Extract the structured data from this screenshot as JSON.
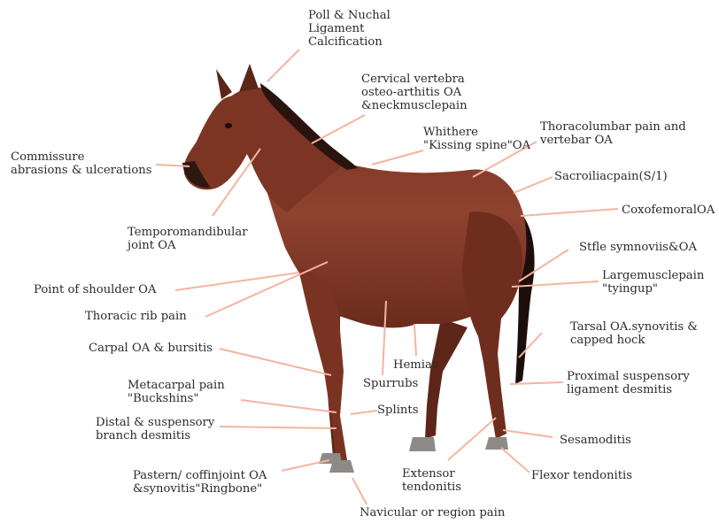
{
  "colors": {
    "body": "#8a3f2c",
    "shade": "#5c2419",
    "dark": "#2a1410",
    "hoof": "#8d8a87",
    "leader": "#f4b5a1",
    "text": "#2b2b2b"
  },
  "labels": [
    {
      "id": "poll",
      "text": "Poll & Nuchal\nLigament\nCalcification"
    },
    {
      "id": "cervical",
      "text": "Cervical vertebra\nosteo-arthitis OA\n&neckmusclepain"
    },
    {
      "id": "whithere",
      "text": "Whithere\n\"Kissing spine\"OA"
    },
    {
      "id": "thoracolumbar",
      "text": "Thoracolumbar pain and\nvertebar OA"
    },
    {
      "id": "commissure",
      "text": "Commissure\nabrasions & ulcerations"
    },
    {
      "id": "sacroiliac",
      "text": "Sacroiliacpain(S/1)"
    },
    {
      "id": "coxofemoral",
      "text": "CoxofemoralOA"
    },
    {
      "id": "temporomandibular",
      "text": "Temporomandibular\njoint OA"
    },
    {
      "id": "stifle",
      "text": "Stfle symnoviis&OA"
    },
    {
      "id": "largemuscle",
      "text": "Largemusclepain\n\"tyingup\""
    },
    {
      "id": "shoulder",
      "text": "Point of shoulder OA"
    },
    {
      "id": "rib",
      "text": "Thoracic rib pain"
    },
    {
      "id": "tarsal",
      "text": "Tarsal OA.synovitis &\ncapped hock"
    },
    {
      "id": "carpal",
      "text": "Carpal OA & bursitis"
    },
    {
      "id": "hernias",
      "text": "Hemias"
    },
    {
      "id": "spurrubs",
      "text": "Spurrubs"
    },
    {
      "id": "proximal",
      "text": "Proximal suspensory\nligament desmitis"
    },
    {
      "id": "metacarpal",
      "text": "Metacarpal pain\n\"Buckshins\""
    },
    {
      "id": "splints",
      "text": "Splints"
    },
    {
      "id": "distal",
      "text": "Distal & suspensory\nbranch desmitis"
    },
    {
      "id": "sesamoiditis",
      "text": "Sesamoditis"
    },
    {
      "id": "extensor",
      "text": "Extensor\ntendonitis"
    },
    {
      "id": "flexor",
      "text": "Flexor tendonitis"
    },
    {
      "id": "pastern",
      "text": "Pastern/ coffinjoint OA\n&synovitis\"Ringbone\""
    },
    {
      "id": "navicular",
      "text": "Navicular or region pain"
    }
  ]
}
